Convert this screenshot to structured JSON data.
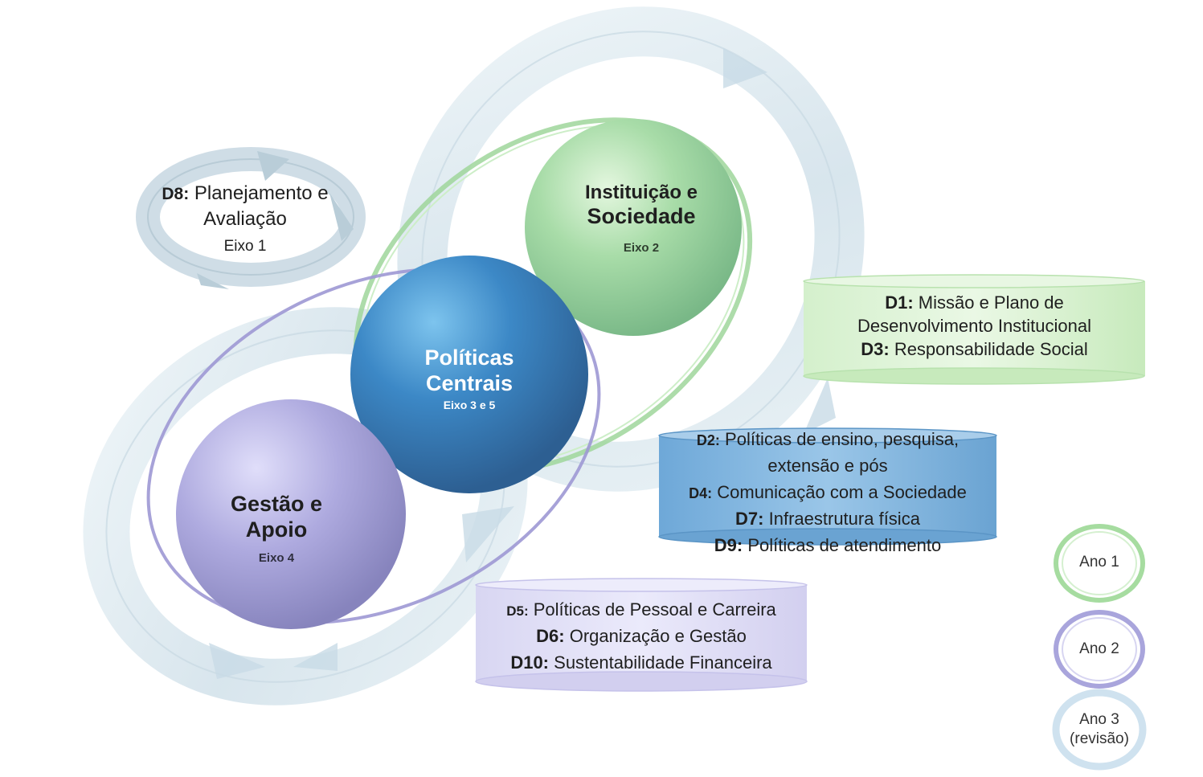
{
  "planning": {
    "code": "D8:",
    "title_line1": "Planejamento e",
    "title_line2": "Avaliação",
    "axis": "Eixo 1"
  },
  "institution": {
    "title_line1": "Instituição e",
    "title_line2": "Sociedade",
    "axis": "Eixo 2"
  },
  "policies": {
    "title_line1": "Políticas",
    "title_line2": "Centrais",
    "axis": "Eixo 3 e 5"
  },
  "management": {
    "title_line1": "Gestão e",
    "title_line2": "Apoio",
    "axis": "Eixo 4"
  },
  "box_green": {
    "items": [
      {
        "code": "D1:",
        "text": "Missão e Plano de"
      },
      {
        "code": "",
        "text": "Desenvolvimento Institucional"
      },
      {
        "code": "D3:",
        "text": "Responsabilidade Social"
      }
    ]
  },
  "box_blue": {
    "items": [
      {
        "code": "D2:",
        "text": "Políticas de ensino, pesquisa,"
      },
      {
        "code": "",
        "text": "extensão e pós"
      },
      {
        "code": "D4:",
        "text": "Comunicação com a Sociedade"
      },
      {
        "code": "D7:",
        "text": "Infraestrutura física"
      },
      {
        "code": "D9:",
        "text": "Políticas de atendimento"
      }
    ]
  },
  "box_purple": {
    "items": [
      {
        "code": "D5:",
        "text": "Políticas de Pessoal e Carreira"
      },
      {
        "code": "D6:",
        "text": "Organização e Gestão"
      },
      {
        "code": "D10:",
        "text": "Sustentabilidade Financeira"
      }
    ]
  },
  "legend": {
    "year1": "Ano 1",
    "year2": "Ano 2",
    "year3_line1": "Ano 3",
    "year3_line2": "(revisão)"
  },
  "colors": {
    "green": "#8fcf8f",
    "blue": "#3f82c0",
    "purple": "#9f9bd8",
    "ring": "#d8e6ee"
  }
}
